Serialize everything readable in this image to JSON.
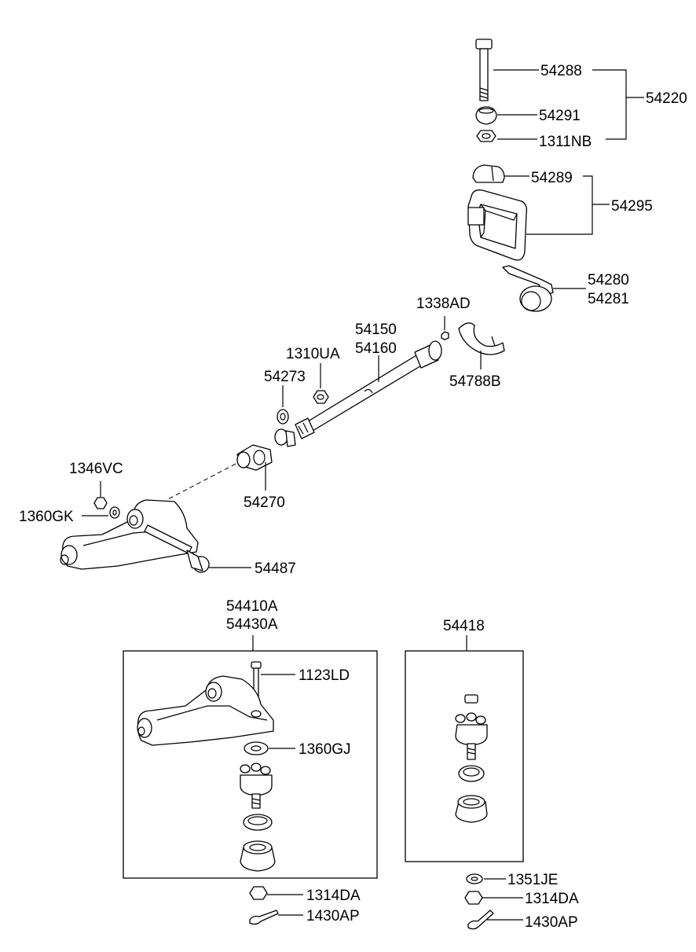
{
  "labels": {
    "p54288": "54288",
    "p54291": "54291",
    "p1311NB": "1311NB",
    "p54220": "54220",
    "p54289": "54289",
    "p54295": "54295",
    "p54280": "54280",
    "p54281": "54281",
    "p1338AD": "1338AD",
    "p54150": "54150",
    "p54160": "54160",
    "p1310UA": "1310UA",
    "p54273": "54273",
    "p54788B": "54788B",
    "p1346VC": "1346VC",
    "p1360GK": "1360GK",
    "p54270": "54270",
    "p54487": "54487",
    "p54410A": "54410A",
    "p54430A": "54430A",
    "p1123LD": "1123LD",
    "p1360GJ": "1360GJ",
    "p1314DA_a": "1314DA",
    "p1430AP_a": "1430AP",
    "p54418": "54418",
    "p1351JE": "1351JE",
    "p1314DA_b": "1314DA",
    "p1430AP_b": "1430AP"
  }
}
